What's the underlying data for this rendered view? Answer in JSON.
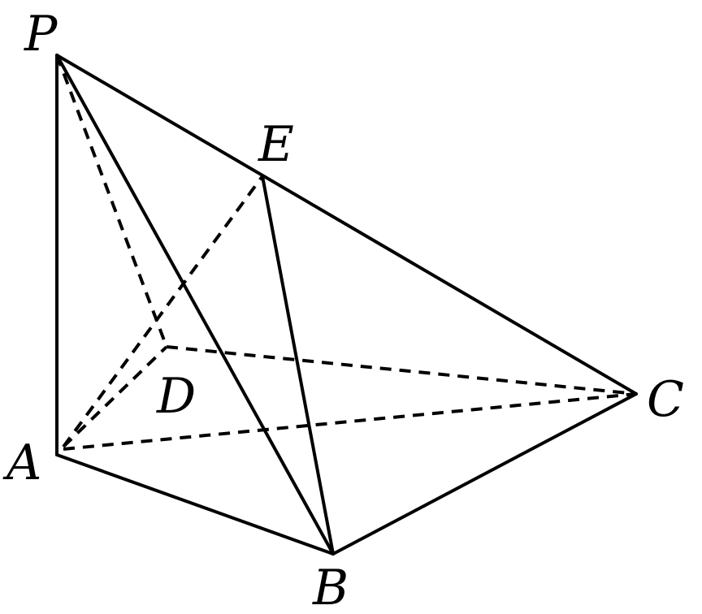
{
  "labels": {
    "P": "P",
    "E": "E",
    "D": "D",
    "A": "A",
    "C": "C",
    "B": "B"
  },
  "colors": {
    "stroke": "#000000",
    "background": "#ffffff"
  }
}
